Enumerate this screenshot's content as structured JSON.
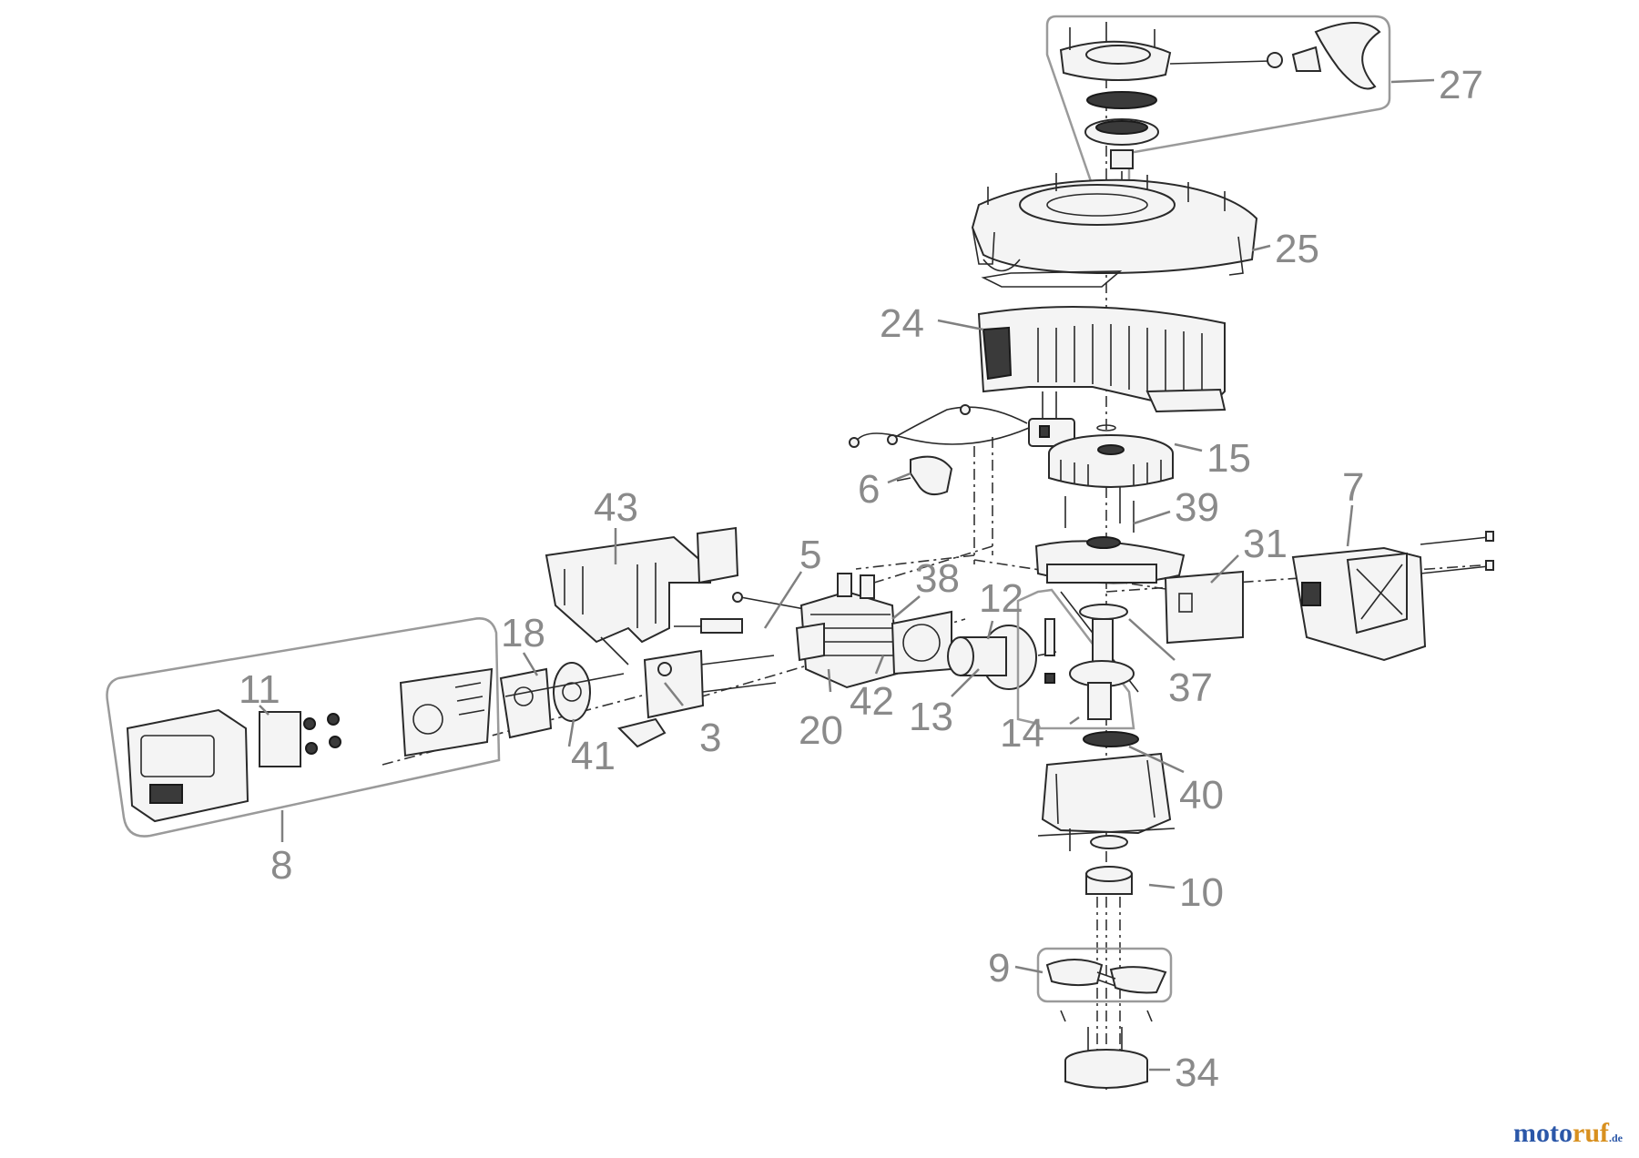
{
  "part_numbers": {
    "p27": "27",
    "p25": "25",
    "p24": "24",
    "p15": "15",
    "p6": "6",
    "p39": "39",
    "p43": "43",
    "p5": "5",
    "p38": "38",
    "p12": "12",
    "p31": "31",
    "p7": "7",
    "p18": "18",
    "p11": "11",
    "p41": "41",
    "p3": "3",
    "p20": "20",
    "p42": "42",
    "p13": "13",
    "p37": "37",
    "p14": "14",
    "p40": "40",
    "p8": "8",
    "p10": "10",
    "p9": "9",
    "p34": "34"
  },
  "watermark": {
    "main": "motoruf",
    "suffix": ".de"
  }
}
